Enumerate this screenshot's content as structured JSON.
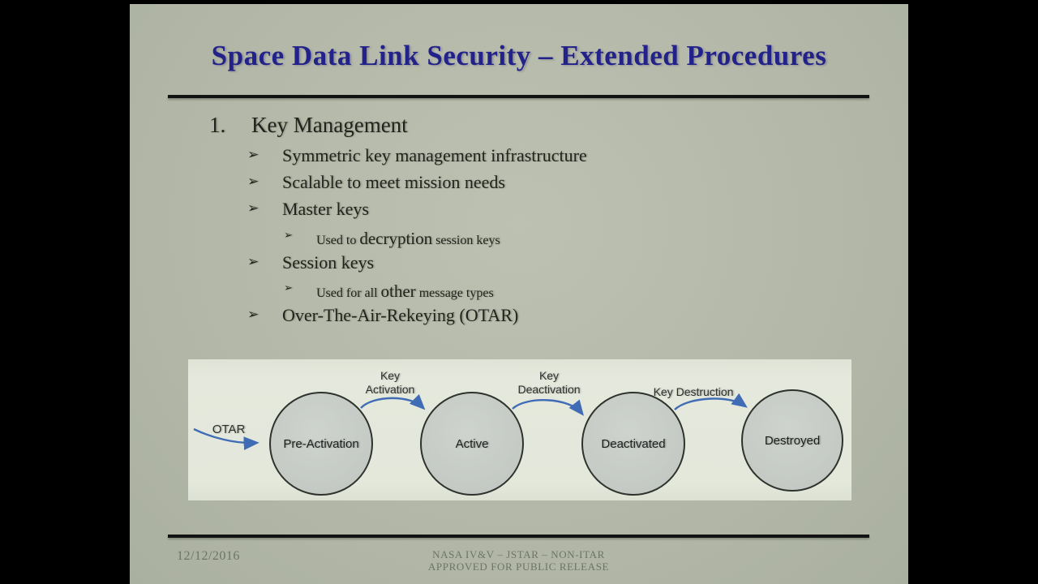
{
  "slide": {
    "title": "Space Data Link Security – Extended Procedures",
    "content": {
      "number": "1.",
      "heading": "Key Management",
      "bullet_glyph": "➢",
      "bullets": [
        {
          "text": "Symmetric key management infrastructure"
        },
        {
          "text": "Scalable to meet mission needs"
        },
        {
          "text": "Master keys"
        },
        {
          "seg_a": "Used to ",
          "seg_b": "decryption",
          "seg_c": " session keys"
        },
        {
          "text": "Session keys"
        },
        {
          "seg_a": "Used for all ",
          "seg_b": "other",
          "seg_c": " message types"
        },
        {
          "text": "Over-The-Air-Rekeying (OTAR)"
        }
      ]
    },
    "diagram": {
      "states": [
        {
          "label": "Pre-Activation"
        },
        {
          "label": "Active"
        },
        {
          "label": "Deactivated"
        },
        {
          "label": "Destroyed"
        }
      ],
      "transitions": [
        {
          "label": "OTAR"
        },
        {
          "line1": "Key",
          "line2": "Activation"
        },
        {
          "line1": "Key",
          "line2": "Deactivation"
        },
        {
          "label": "Key Destruction"
        }
      ]
    },
    "footer": {
      "date": "12/12/2016",
      "line1": "NASA IV&V – JSTAR – NON-ITAR",
      "line2": "APPROVED FOR PUBLIC RELEASE"
    },
    "colors": {
      "title_navy": "#22228a",
      "slide_background": "#b4b8a8",
      "diagram_background": "#e4e8db",
      "circle_fill": "#c6cbc6",
      "arrow_blue": "#3f6cb5",
      "footer_text": "#6d7565"
    }
  }
}
